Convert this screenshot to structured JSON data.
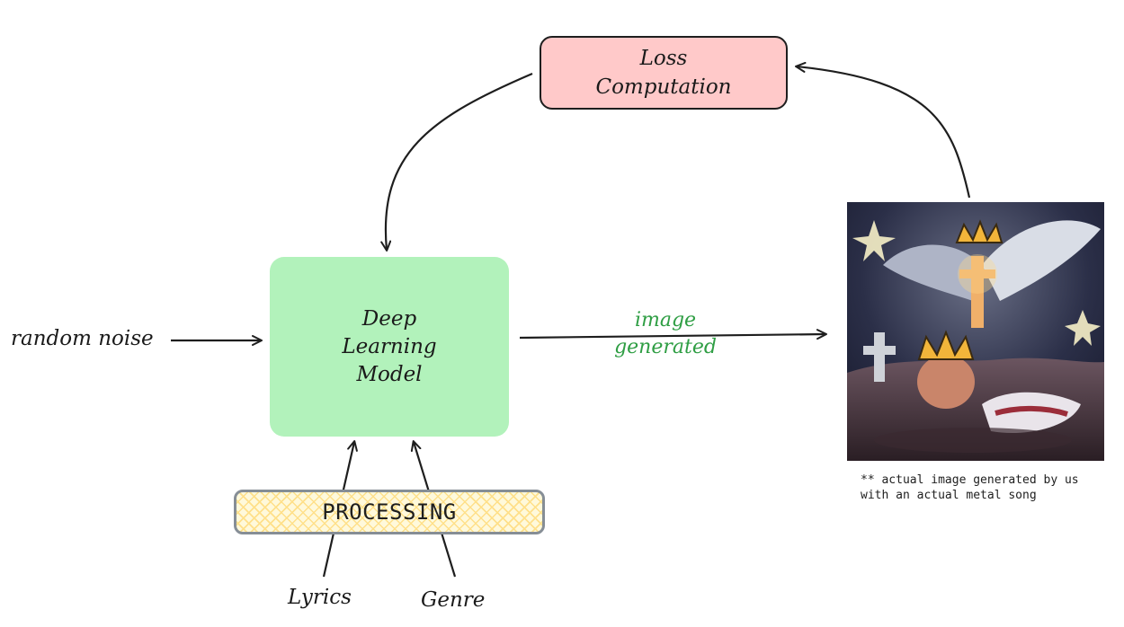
{
  "nodes": {
    "loss": {
      "line1": "Loss",
      "line2": "Computation"
    },
    "model": {
      "line1": "Deep",
      "line2": "Learning",
      "line3": "Model"
    },
    "processing": {
      "label": "PROCESSING"
    }
  },
  "labels": {
    "random_noise": "random noise",
    "image_generated_1": "image",
    "image_generated_2": "generated",
    "lyrics": "Lyrics",
    "genre": "Genre"
  },
  "caption": {
    "line1": "** actual image generated by us",
    "line2": "with an actual metal song"
  },
  "colors": {
    "loss_fill": "#ffc9c9",
    "model_fill": "#b2f2bb",
    "processing_hatch": "#ffe08a",
    "edge_label": "#2f9e44",
    "stroke": "#1e1e1e"
  }
}
